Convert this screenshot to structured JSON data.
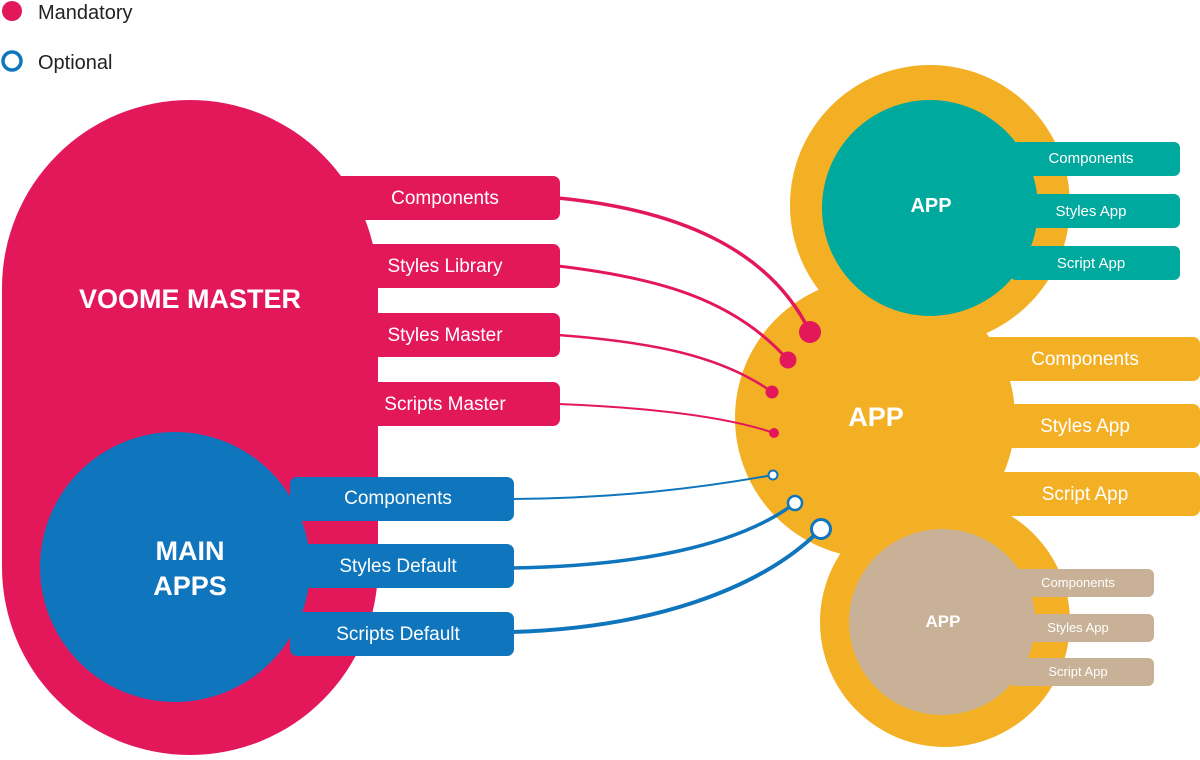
{
  "colors": {
    "mandatory": "#E3185A",
    "optional": "#0F75BC",
    "app_main": "#F4B025",
    "app_top": "#00A99D",
    "app_bottom": "#C8B196",
    "white": "#FFFFFF"
  },
  "legend": {
    "mandatory": "Mandatory",
    "optional": "Optional"
  },
  "master": {
    "title": "VOOME MASTER",
    "tabs": [
      "Components",
      "Styles Library",
      "Styles Master",
      "Scripts Master"
    ]
  },
  "main_apps": {
    "title_line1": "MAIN",
    "title_line2": "APPS",
    "tabs": [
      "Components",
      "Styles Default",
      "Scripts Default"
    ]
  },
  "app_main": {
    "title": "APP",
    "tabs": [
      "Components",
      "Styles App",
      "Script App"
    ]
  },
  "app_top": {
    "title": "APP",
    "tabs": [
      "Components",
      "Styles App",
      "Script App"
    ]
  },
  "app_bottom": {
    "title": "APP",
    "tabs": [
      "Components",
      "Styles App",
      "Script App"
    ]
  }
}
